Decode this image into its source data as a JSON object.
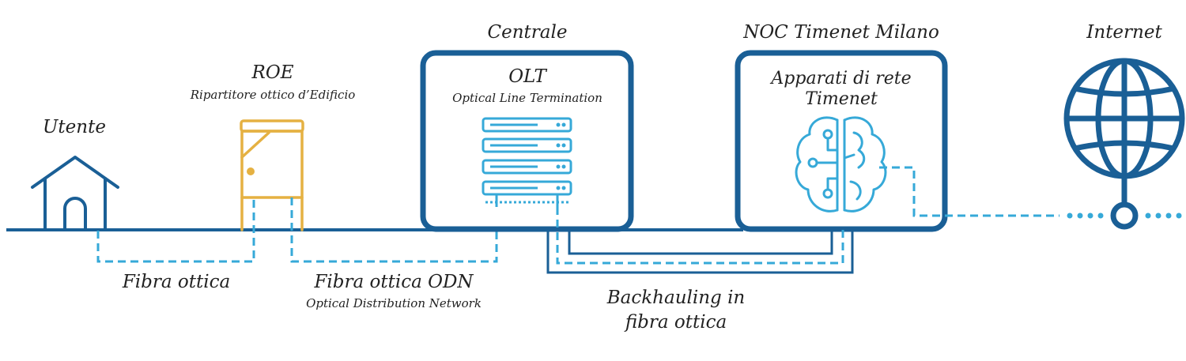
{
  "colors": {
    "dark_blue": "#1a5f96",
    "light_blue": "#36a9d8",
    "gold": "#e5b142",
    "text": "#222222"
  },
  "nodes": {
    "utente": {
      "title": "Utente",
      "icon": "house-icon"
    },
    "roe": {
      "title": "ROE",
      "subtitle": "Ripartitore ottico d’Edificio",
      "icon": "cabinet-icon"
    },
    "centrale": {
      "header": "Centrale",
      "title": "OLT",
      "subtitle": "Optical Line Termination",
      "icon": "server-rack-icon"
    },
    "noc": {
      "header": "NOC Timenet Milano",
      "title": "Apparati di rete\nTimenet",
      "icon": "brain-circuit-icon"
    },
    "internet": {
      "title": "Internet",
      "icon": "globe-icon"
    }
  },
  "links": {
    "fibra_ottica": {
      "label": "Fibra ottica"
    },
    "odn": {
      "label": "Fibra ottica ODN",
      "sublabel": "Optical Distribution Network"
    },
    "backhauling": {
      "label": "Backhauling in\nfibra ottica"
    }
  }
}
